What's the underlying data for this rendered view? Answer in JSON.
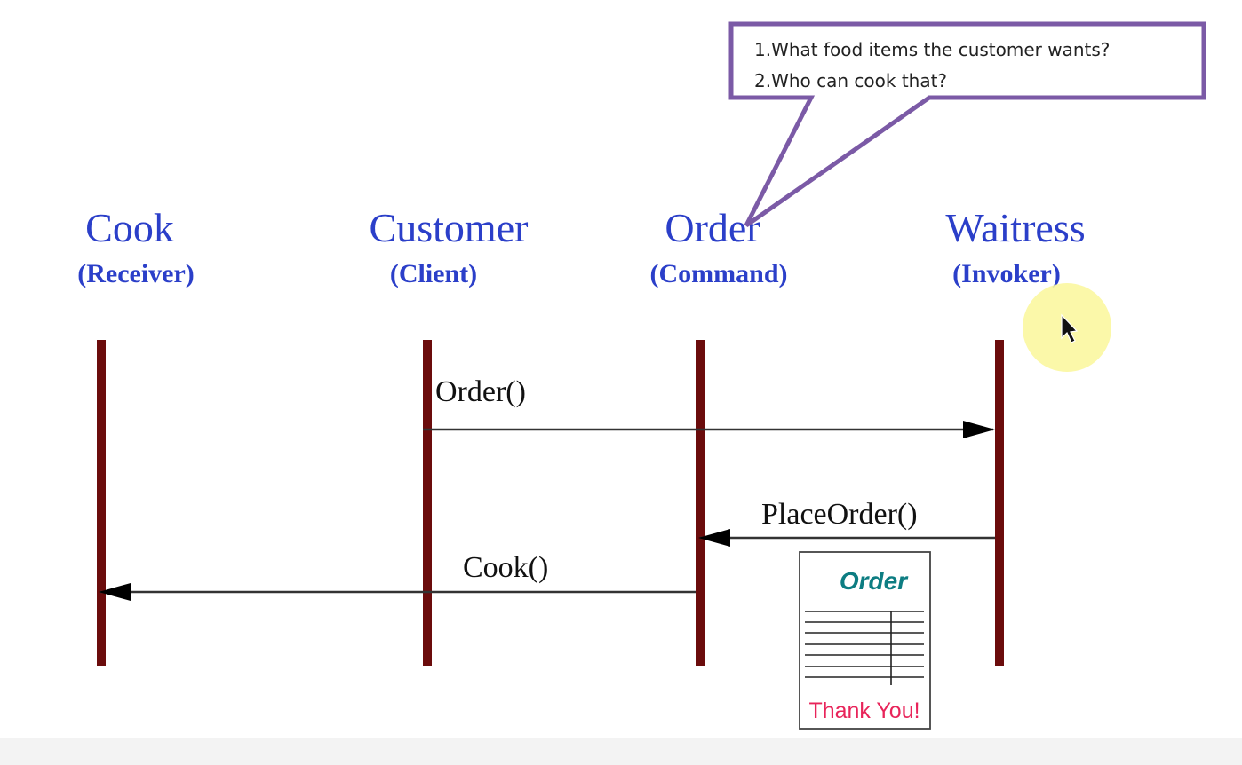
{
  "actors": [
    {
      "name": "Cook",
      "role": "(Receiver)"
    },
    {
      "name": "Customer",
      "role": "(Client)"
    },
    {
      "name": "Order",
      "role": "(Command)"
    },
    {
      "name": "Waitress",
      "role": "(Invoker)"
    }
  ],
  "messages": {
    "order": "Order()",
    "place_order": "PlaceOrder()",
    "cook": "Cook()"
  },
  "callout": {
    "line1": "1.What food items the customer wants?",
    "line2": "2.Who can cook that?"
  },
  "order_slip": {
    "title": "Order",
    "footer": "Thank You!"
  },
  "colors": {
    "actor_text": "#2b3fc9",
    "lifeline": "#6b0c0c",
    "callout_border": "#7b5aa6",
    "cursor_highlight": "#fbf7a0",
    "slip_title": "#0d7d82",
    "slip_footer": "#e8245a"
  },
  "icons": {
    "cursor": "mouse-pointer-icon"
  }
}
